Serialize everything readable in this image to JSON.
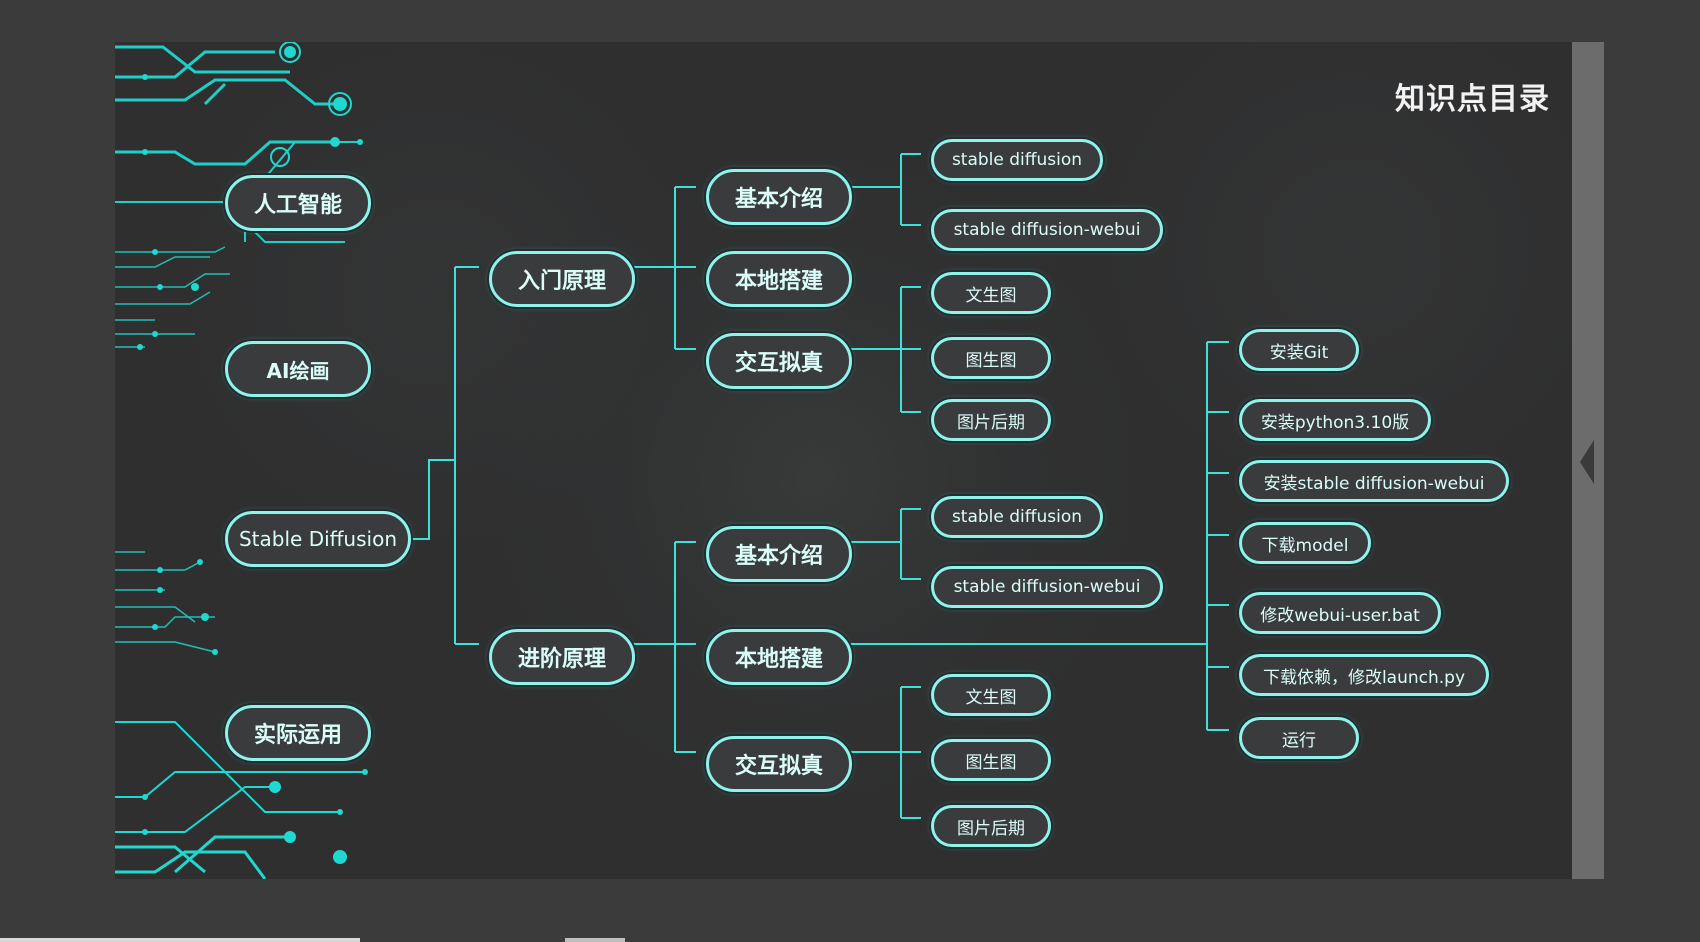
{
  "title": "知识点目录",
  "colors": {
    "line": "#3fe0d8",
    "node_border": "#8ff3ec",
    "node_fill": "#3a3b3c",
    "node_text": "#dafdfa",
    "stage": "#2f2f30",
    "frame": "#3b3b3b"
  },
  "left_topics": [
    "人工智能",
    "AI绘画",
    "Stable Diffusion",
    "实际运用"
  ],
  "intro": {
    "label": "入门原理",
    "children": [
      "基本介绍",
      "本地搭建",
      "交互拟真"
    ],
    "basic_items": [
      "stable diffusion",
      "stable diffusion-webui"
    ],
    "interact_items": [
      "文生图",
      "图生图",
      "图片后期"
    ]
  },
  "advanced": {
    "label": "进阶原理",
    "children": [
      "基本介绍",
      "本地搭建",
      "交互拟真"
    ],
    "basic_items": [
      "stable diffusion",
      "stable diffusion-webui"
    ],
    "local_steps": [
      "安装Git",
      "安装python3.10版",
      "安装stable diffusion-webui",
      "下载model",
      "修改webui-user.bat",
      "下载依赖，修改launch.py",
      "运行"
    ],
    "interact_items": [
      "文生图",
      "图生图",
      "图片后期"
    ]
  },
  "icons": {
    "collapse": "chevron-left-icon"
  }
}
